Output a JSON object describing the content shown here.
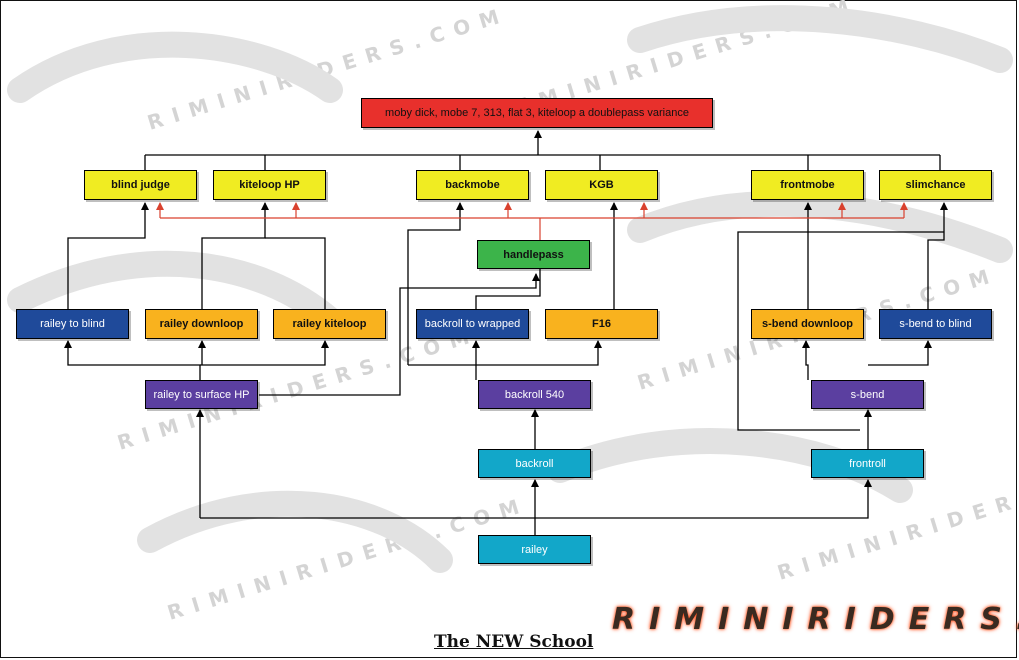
{
  "nodes": {
    "top": "moby dick, mobe 7, 313, flat 3, kiteloop a doublepass variance",
    "blind_judge": "blind judge",
    "kiteloop_hp": "kiteloop HP",
    "backmobe": "backmobe",
    "kgb": "KGB",
    "frontmobe": "frontmobe",
    "slimchance": "slimchance",
    "handlepass": "handlepass",
    "railey_to_blind": "railey to blind",
    "railey_downloop": "railey downloop",
    "railey_kiteloop": "railey kiteloop",
    "backroll_to_wrapped": "backroll to wrapped",
    "f16": "F16",
    "s_bend_downloop": "s-bend downloop",
    "s_bend_to_blind": "s-bend to blind",
    "railey_to_surface_hp": "railey to surface HP",
    "backroll_540": "backroll 540",
    "s_bend": "s-bend",
    "backroll": "backroll",
    "frontroll": "frontroll",
    "railey": "railey"
  },
  "footer_title": "The NEW School",
  "brand": "RIMINIRIDERS.COM",
  "watermark_text": "RIMINIRIDERS.COM",
  "colors": {
    "red": "#e8302c",
    "yellow": "#f0ec22",
    "green": "#3cb44a",
    "orange": "#f9b21e",
    "blue": "#1f4a9a",
    "purple": "#5b3fa0",
    "teal": "#12a7c9",
    "handlepass_link": "#d9412e"
  }
}
